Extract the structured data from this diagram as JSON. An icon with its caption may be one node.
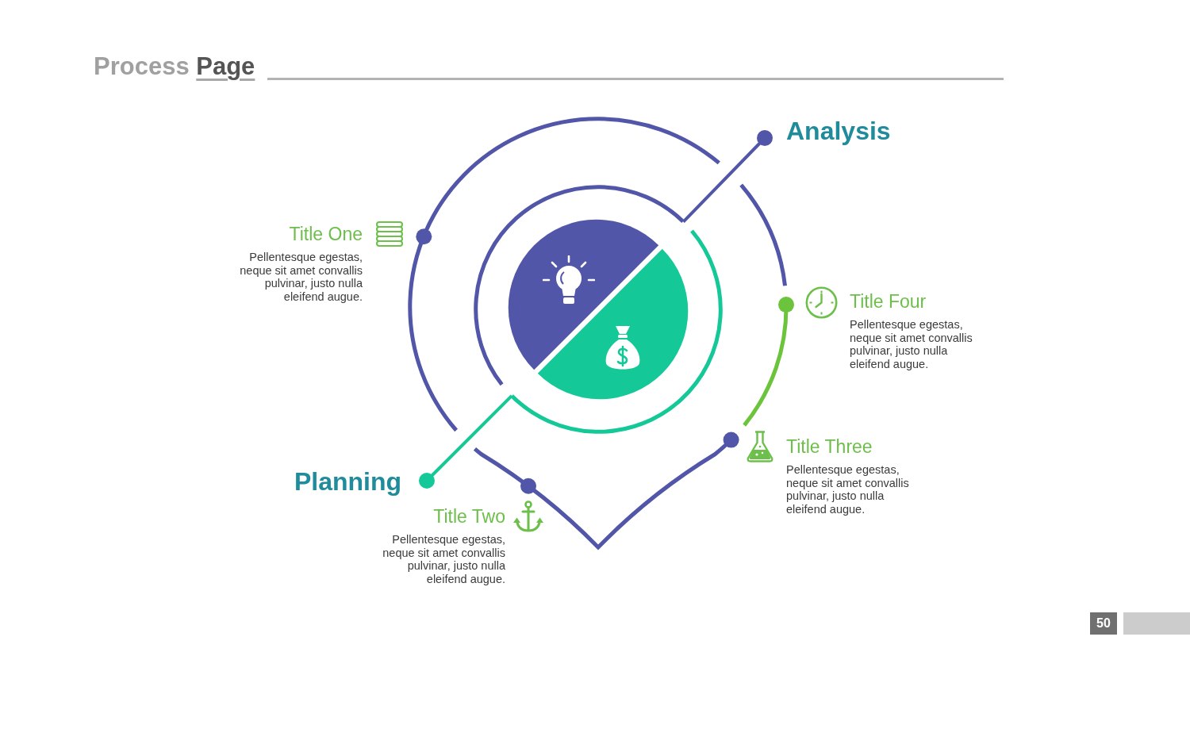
{
  "diagram": {
    "title": "Process Page",
    "nodes": [
      {
        "text": [
          "Analysis"
        ]
      },
      {
        "text": [],
        "shape": "circle"
      },
      {
        "text": [
          "Planning"
        ]
      }
    ],
    "edges": [
      {
        "from": 0,
        "to": 1,
        "arrow": "other",
        "color": "#5256a8"
      },
      {
        "from": 2,
        "to": 1,
        "arrow": "other",
        "color": "#14c898"
      }
    ],
    "labels": [
      "Title One",
      "Pellentesque egestas, neque sit amet convallis pulvinar, justo nulla eleifend augue.",
      "Title Four",
      "Pellentesque egestas, neque sit amet convallis pulvinar, justo nulla eleifend augue.",
      "Title Three",
      "Pellentesque egestas, neque sit amet convallis pulvinar, justo nulla eleifend augue.",
      "Title Two",
      "Pellentesque egestas, neque sit amet convallis pulvinar, justo nulla eleifend augue.",
      "50"
    ]
  }
}
